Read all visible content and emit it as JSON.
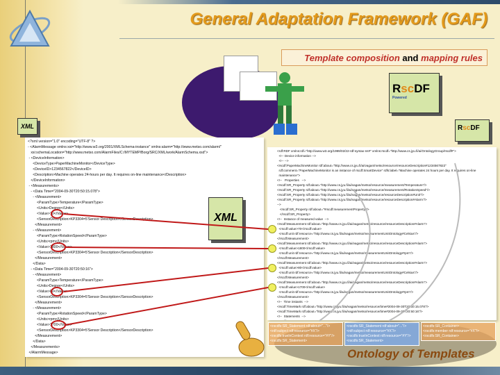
{
  "title": "General Adaptation Framework (GAF)",
  "template_label": {
    "part1": "Template composition",
    "part2": "and",
    "part3": "mapping rules"
  },
  "xml_note_small": "XML",
  "xml_note_large": "XML",
  "rscdf_logo": {
    "r": "R",
    "sc": "sc",
    "df": "DF",
    "sub": "Powered"
  },
  "bottom_label": "Ontology of Templates",
  "xml_lines": [
    "<?xml version=\"1.0\" encoding=\"UTF-8\" ?>",
    "- <AlarmMessage xmlns:xsi=\"http://www.w3.org/2001/XMLSchema-instance\" xmlns:alarm=\"http://www.metso.com/alarm/\"",
    "   xsi:schemaLocation=\"http://www.metso.com/AlarmFiles/C:/MYTEMP/Borg/SRC/XML/work/AlarmSchema.xsd\">",
    " - <DeviceInformation>",
    "     <DeviceType>PaperMachineMonitor</DeviceType>",
    "     <DeviceID>1234567822</DeviceID>",
    "     <Description>Machine operates 24-hours per day. It requires on-line maintenance</Description>",
    "   </DeviceInformation>",
    " - <Measurements>",
    "   - <Data Time=\"2004-09-30T20:50:15.078\">",
    "     - <Measurement>",
    "         <ParamType>Temperature</ParamType>",
    "         <Units>Degree</Units>",
    "         <Value>70</Value>",
    "         <SensorDescription>KP3304=5'Sensor Description</SensorDescription>",
    "       </Measurement>",
    "     - <Measurement>",
    "         <ParamType>RotationSpeed</ParamType>",
    "         <Units>rpm</Units>",
    "         <Value>1800</Value>",
    "         <SensorDescription>KP3304=5'Sensor Description</SensorDescription>",
    "       </Measurement>",
    "     </Data>",
    "   - <Data Time=\"2004-09-30T20:50:16\">",
    "     - <Measurement>",
    "         <ParamType>Temperature</ParamType>",
    "         <Units>Degree</Units>",
    "         <Value>80</Value>",
    "         <SensorDescription>KP3304=5'Sensor Description</SensorDescription>",
    "       </Measurement>",
    "     - <Measurement>",
    "         <ParamType>RotationSpeed</ParamType>",
    "         <Units>rpm</Units>",
    "         <Value>1700</Value>",
    "         <SensorDescription>KP3304=5'Sensor Description</SensorDescription>",
    "       </Measurement>",
    "     </Data>",
    "   </Measurements>",
    " </AlarmMessage>"
  ],
  "rdf_lines": [
    "<rdf:RDF xmlns:rdf=\"http://www.w3.org/1999/02/22-rdf-syntax-ns#\" xmlns:rscdf=\"http://www.cs.jyu.fi/ai/OntologyGroup/rscdf#\">",
    "  <!-- Device information -->",
    "  <!-- -->",
    "<rscdf:PaperMachineMonitor rdf:about=\"http://www.cs.jyu.fi/ai/vagan/metso/resource/resourceDescription#1234567822\"",
    "  rdf:comment=\"PaperMachineMonitor is an instance of rscdf:SmartDevice\" rdfs:label=\"Machine operates 24 hours per day. It requires on-line",
    "  maintenance\">",
    "<!--   Properties   -->",
    "<rscdf:SR_Property rdf:about=\"http://www.cs.jyu.fi/ai/vagan/metso/resource/measurement/Temperature\"/>",
    "<rscdf:SR_Property rdf:about=\"http://www.cs.jyu.fi/ai/vagan/metso/resource/measurement/RotationSpeed\"/>",
    "<rscdf:SR_Property rdf:about=\"http://www.cs.jyu.fi/ai/vagan/metso/resource/resourceDescription#Unit\"/>",
    "<rscdf:SR_Property rdf:about=\"http://www.cs.jyu.fi/ai/vagan/metso/resource/resourceDescription#Alarm\"/>",
    "-->",
    "   <rscdf:SR_Property rdf:about=\"#rscdf:measurementProperty\"/>",
    "   </rscdf:SR_Property>",
    "<!--  Instance of measured value  -->",
    "<rscdf:Measurement rdf:about=\"http://www.cs.jyu.fi/ai/vagan/metso/resource/resourceDescription#Alarm\">",
    "  <rscdf:value>70</rscdf:value>",
    "  <rscdf:unit rdf:resource=\"http://www.cs.jyu.fi/ai/vagan/metso/measurementUnitOntology#Celsius\"/>",
    "</rscdf:Measurement>",
    "<rscdf:Measurement rdf:about=\"http://www.cs.jyu.fi/ai/vagan/metso/resource/resourceDescription#Alarm\">",
    "  <rscdf:value>1800</rscdf:value>",
    "  <rscdf:unit rdf:resource=\"http://www.cs.jyu.fi/ai/vagan/metso/measurementUnitOntology#rpm\"/>",
    "</rscdf:Measurement>",
    "<rscdf:Measurement rdf:about=\"http://www.cs.jyu.fi/ai/vagan/metso/resource/resourceDescription#Alarm\">",
    "  <rscdf:value>80</rscdf:value>",
    "  <rscdf:unit rdf:resource=\"http://www.cs.jyu.fi/ai/vagan/metso/measurementUnitOntology#Celsius\"/>",
    "</rscdf:Measurement>",
    "<rscdf:Measurement rdf:about=\"http://www.cs.jyu.fi/ai/vagan/metso/resource/resourceDescription#Alarm\">",
    "  <rscdf:value>1700</rscdf:value>",
    "  <rscdf:unit rdf:resource=\"http://www.cs.jyu.fi/ai/vagan/metso/measurementUnitOntology#rpm\"/>",
    "</rscdf:Measurement>",
    "<!--  Time instants  -->",
    "<rscdf:TimeMark rdf:about=\"http://www.cs.jyu.fi/ai/vagan/metso/resource/time#2004-09-30T20:50:15.078\"/>",
    "<rscdf:TimeMark rdf:about=\"http://www.cs.jyu.fi/ai/vagan/metso/resource/time#2004-09-30T20:50:16\"/>",
    "<!--  Statements  -->",
    "<rscdf:Statement>",
    "  <rscdf:context rdf:resource=\"#TimeMark\"/>",
    "</rscdf:Statement>"
  ],
  "template_boxes": [
    [
      "<rscdfs:SR_Statement rdf:about=\"...\"/>",
      "<rdf:subject rdf:resource=\"#X\"/>",
      "<rscdfs:trueInContext rdf:resource=\"#Y\"/>",
      "<rscdfs:SR_Statement>"
    ],
    [
      "<rscdfs:SR_Statement rdf:about=\"...\"/>",
      "<rdf:subject rdf:resource=\"#X\"/>",
      "<rscdfs:trueInContext rdf:resource=\"#Y\"/>",
      "<rscdfs:SR_Statement>"
    ],
    [
      "<rscdfs:SR_Container>",
      "<rscdfs:member rdf:resource=\"#X\"/>",
      "<rscdfs:SR_Container>"
    ]
  ],
  "colors": {
    "title": "#e49a1a",
    "highlight": "#c0302a",
    "note_fill": "#d6e6a8",
    "background": "#f7efc9"
  }
}
